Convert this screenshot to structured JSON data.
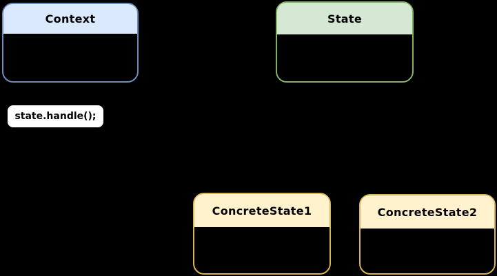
{
  "diagram": {
    "kind": "uml-class-diagram",
    "background_color": "#000000",
    "classes": [
      {
        "name": "Context",
        "role": "context",
        "fill": "#dae8fc",
        "stroke": "#6c8ebf"
      },
      {
        "name": "State",
        "role": "abstract-state",
        "fill": "#d5e8d4",
        "stroke": "#82b366"
      },
      {
        "name": "ConcreteState1",
        "role": "concrete-state",
        "fill": "#fff2cc",
        "stroke": "#d6b656"
      },
      {
        "name": "ConcreteState2",
        "role": "concrete-state",
        "fill": "#fff2cc",
        "stroke": "#d6b656"
      }
    ],
    "note": {
      "text": "state.handle();",
      "fill": "#ffffff",
      "text_color": "#000000"
    }
  }
}
